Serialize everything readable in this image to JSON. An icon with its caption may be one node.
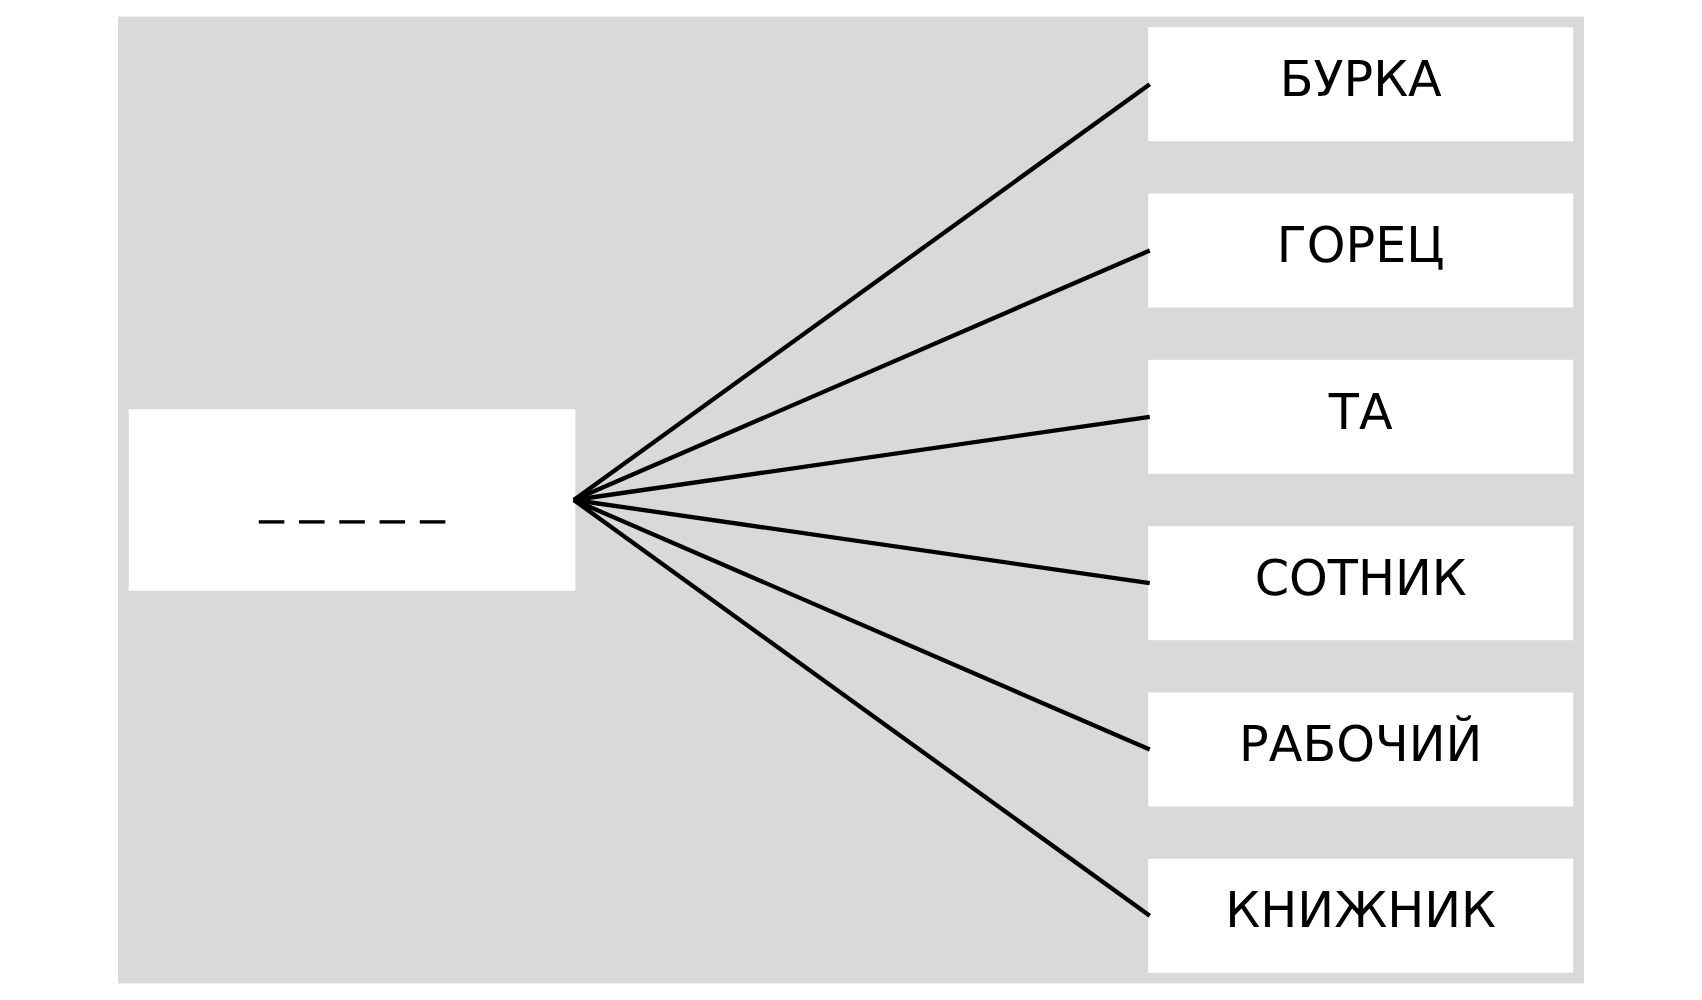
{
  "diagram": {
    "nodes": [
      {
        "text": [
          "_ _ _ _ _"
        ]
      },
      {
        "text": [
          "БУРКА"
        ]
      },
      {
        "text": [
          "ГОРЕЦ"
        ]
      },
      {
        "text": [
          "ТА"
        ]
      },
      {
        "text": [
          "СОТНИК"
        ]
      },
      {
        "text": [
          "РАБОЧИЙ"
        ]
      },
      {
        "text": [
          "КНИЖНИК"
        ]
      }
    ],
    "edges": [
      {
        "from": 0,
        "to": 1,
        "arrow": "none"
      },
      {
        "from": 0,
        "to": 2,
        "arrow": "none"
      },
      {
        "from": 0,
        "to": 3,
        "arrow": "none"
      },
      {
        "from": 0,
        "to": 4,
        "arrow": "none"
      },
      {
        "from": 0,
        "to": 5,
        "arrow": "none"
      },
      {
        "from": 0,
        "to": 6,
        "arrow": "none"
      }
    ]
  }
}
